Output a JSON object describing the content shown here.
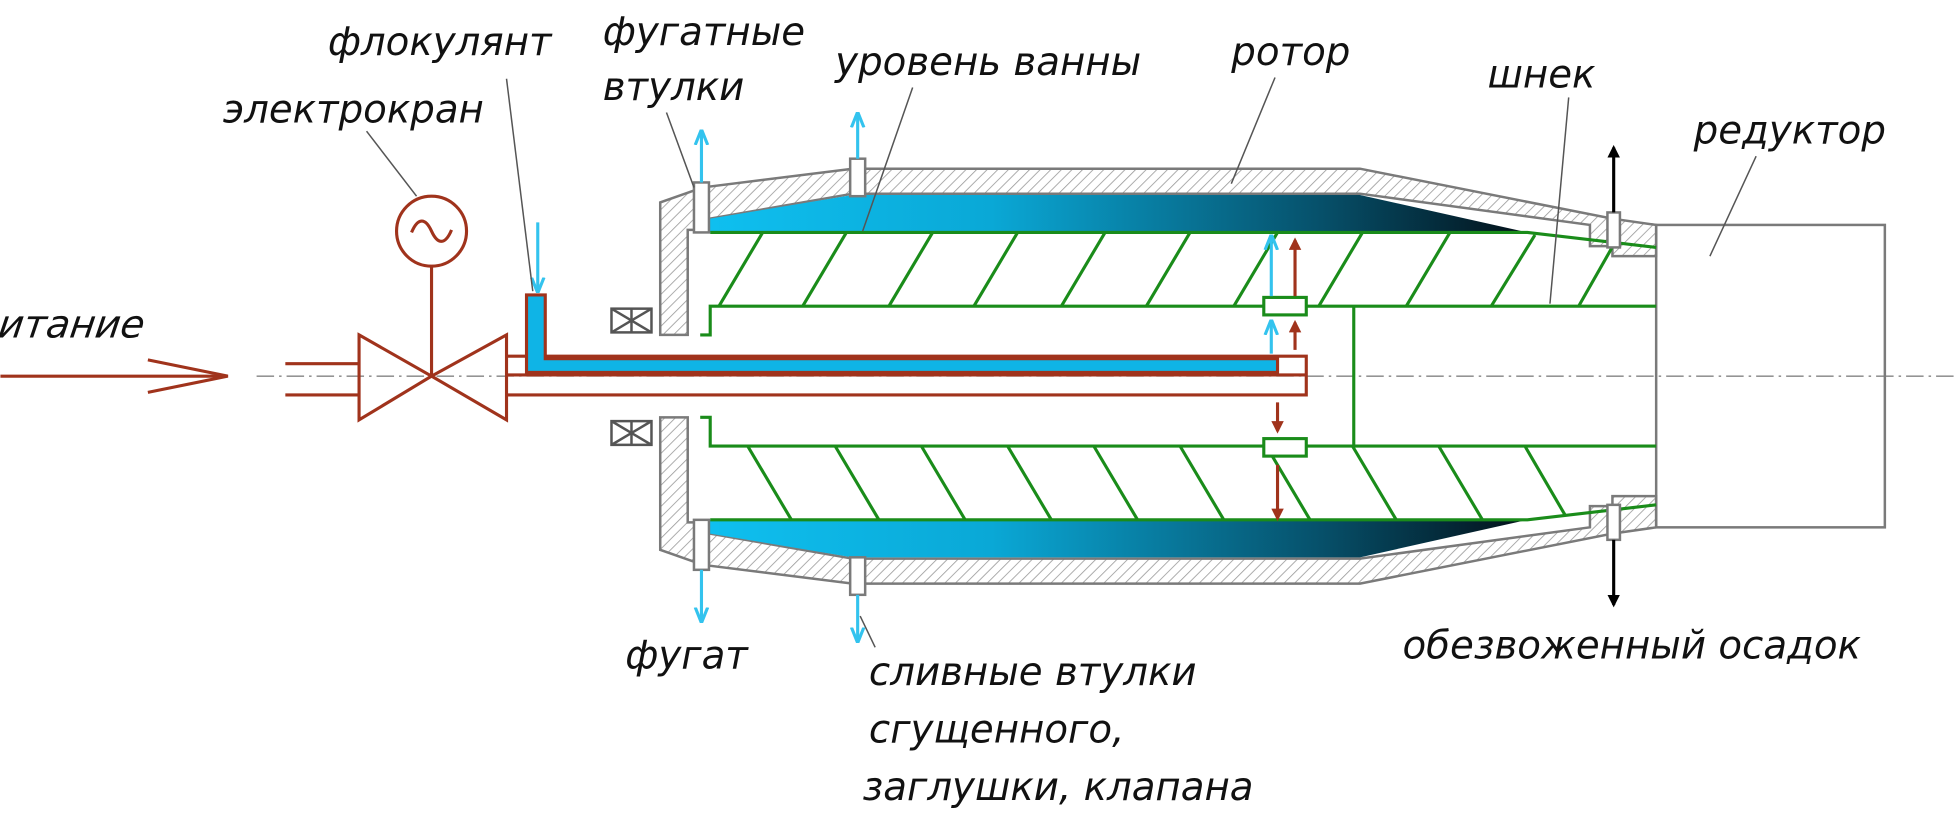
{
  "labels": {
    "feed": "питание",
    "flocculant": "флокулянт",
    "solenoid_valve": "электрокран",
    "centrate_sleeves_line1": "фугатные",
    "centrate_sleeves_line2": "втулки",
    "pond_level": "уровень ванны",
    "rotor": "ротор",
    "screw": "шнек",
    "gearbox": "редуктор",
    "centrate": "фугат",
    "drain_line1": "сливные втулки",
    "drain_line2": "сгущенного,",
    "drain_line3": "заглушки, клапана",
    "dewatered_sludge": "обезвоженный осадок"
  },
  "colors": {
    "feed_line": "#a0331c",
    "flocculant_liquid": "#0fb4e6",
    "screw": "#1a8c1a",
    "housing": "#7a7a7a",
    "hatch": "#9a9a9a",
    "centrate_arrow": "#33c3ee",
    "sludge_arrow": "#000000",
    "pond_gradient_start": "#0fc0f0",
    "pond_gradient_end": "#031018"
  },
  "icons": {
    "valve_actuator": "sine-wave-icon",
    "bearing": "bearing-cross-icon"
  }
}
